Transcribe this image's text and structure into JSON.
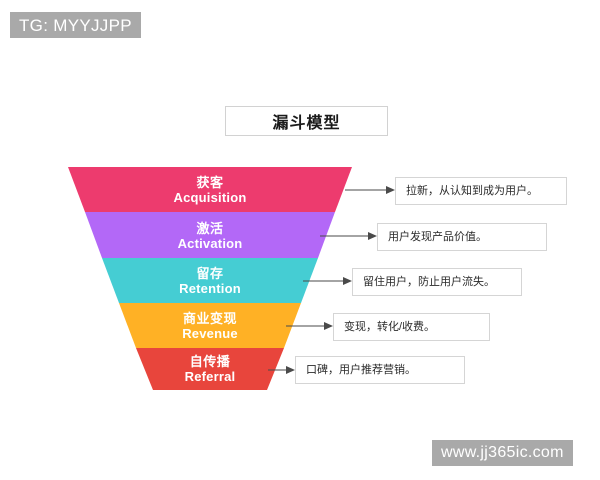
{
  "watermarks": {
    "top_left": "TG: MYYJJPP",
    "bottom_right": "www.jj365ic.com"
  },
  "title": {
    "text": "漏斗模型"
  },
  "funnel": {
    "stages": [
      {
        "cn": "获客",
        "en": "Acquisition",
        "color": "#ED3B6E",
        "note": "拉新，从认知到成为用户。"
      },
      {
        "cn": "激活",
        "en": "Activation",
        "color": "#B368F7",
        "note": "用户发现产品价值。"
      },
      {
        "cn": "留存",
        "en": "Retention",
        "color": "#45CDD3",
        "note": "留住用户，防止用户流失。"
      },
      {
        "cn": "商业变现",
        "en": "Revenue",
        "color": "#FFB125",
        "note": "变现，转化/收费。"
      },
      {
        "cn": "自传播",
        "en": "Referral",
        "color": "#E8453C",
        "note": "口碑，用户推荐营销。"
      }
    ]
  },
  "colors": {
    "watermark_bg": "#a9a9a9",
    "box_border": "#d5d5d5",
    "arrow": "#4a4a4a",
    "text": "#2b2b2b"
  }
}
